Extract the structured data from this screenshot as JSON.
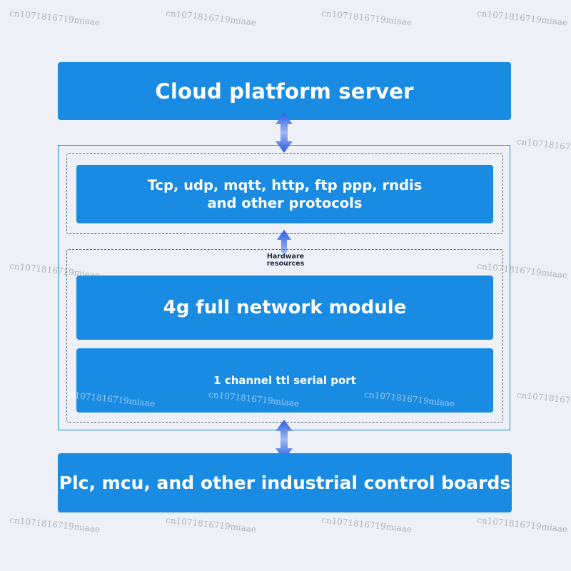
{
  "diagram": {
    "cloud_box": "Cloud platform server",
    "protocols_line1": "Tcp, udp, mqtt, http, ftp ppp, rndis",
    "protocols_line2": "and other protocols",
    "hardware_line1": "Hardware",
    "hardware_line2": "resources",
    "module_box": "4g full network module",
    "serial_box": "1 channel ttl serial port",
    "plc_box": "Plc, mcu, and other industrial control boards"
  },
  "watermark": {
    "text_full": "cn1071816719miaae",
    "text_partial": "cn10718167"
  },
  "colors": {
    "background": "#edf1f7",
    "box_fill": "#1a8be2",
    "box_text": "#ffffff",
    "arrow": "#2a5ce0",
    "label_text": "#1d2a44"
  }
}
